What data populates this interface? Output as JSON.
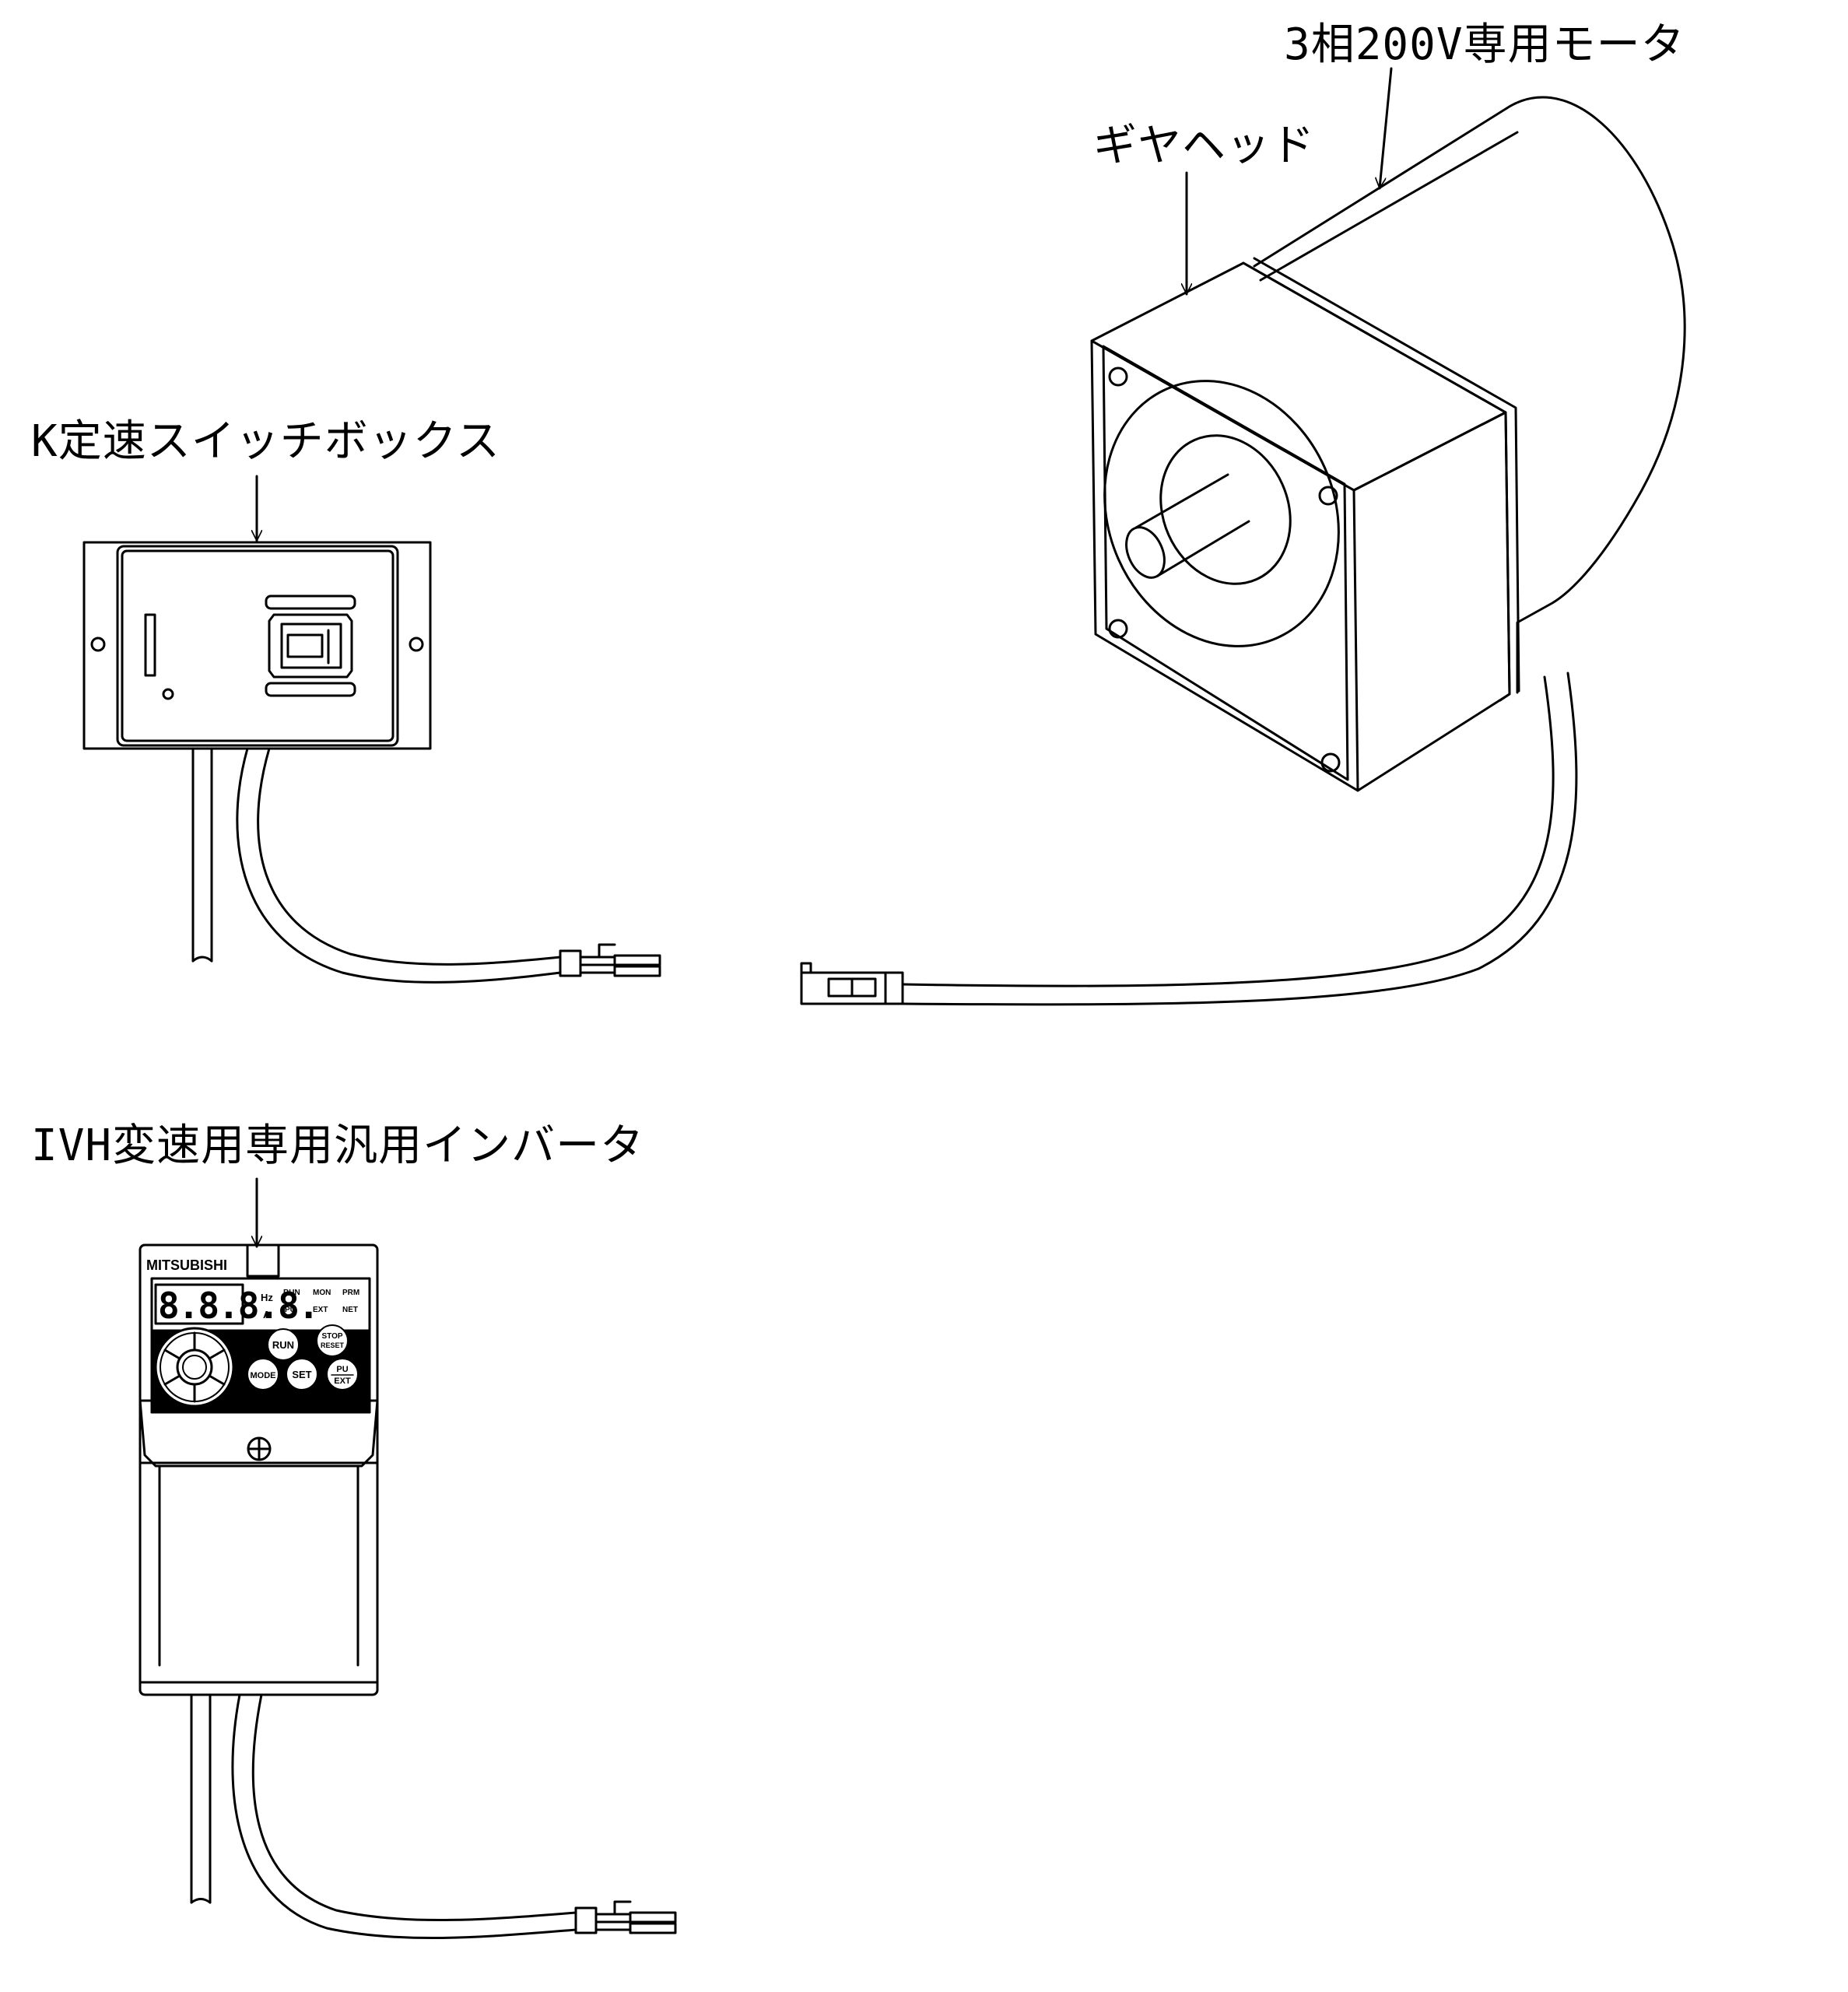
{
  "labels": {
    "motor": "3相200V専用モータ",
    "gearhead": "ギヤヘッド",
    "switchbox": "K定速スイッチボックス",
    "inverter": "IVH変速用専用汎用インバータ"
  },
  "inverter_panel": {
    "brand": "MITSUBISHI",
    "display": "8.8.8.8.",
    "unit_hz": "Hz",
    "unit_a": "A",
    "ind_run": "RUN",
    "ind_mon": "MON",
    "ind_prm": "PRM",
    "ind_pu": "PU",
    "ind_ext": "EXT",
    "ind_net": "NET",
    "btn_run": "RUN",
    "btn_stop": "STOP",
    "btn_reset": "RESET",
    "btn_mode": "MODE",
    "btn_set": "SET",
    "btn_pu": "PU",
    "btn_ext": "EXT"
  }
}
